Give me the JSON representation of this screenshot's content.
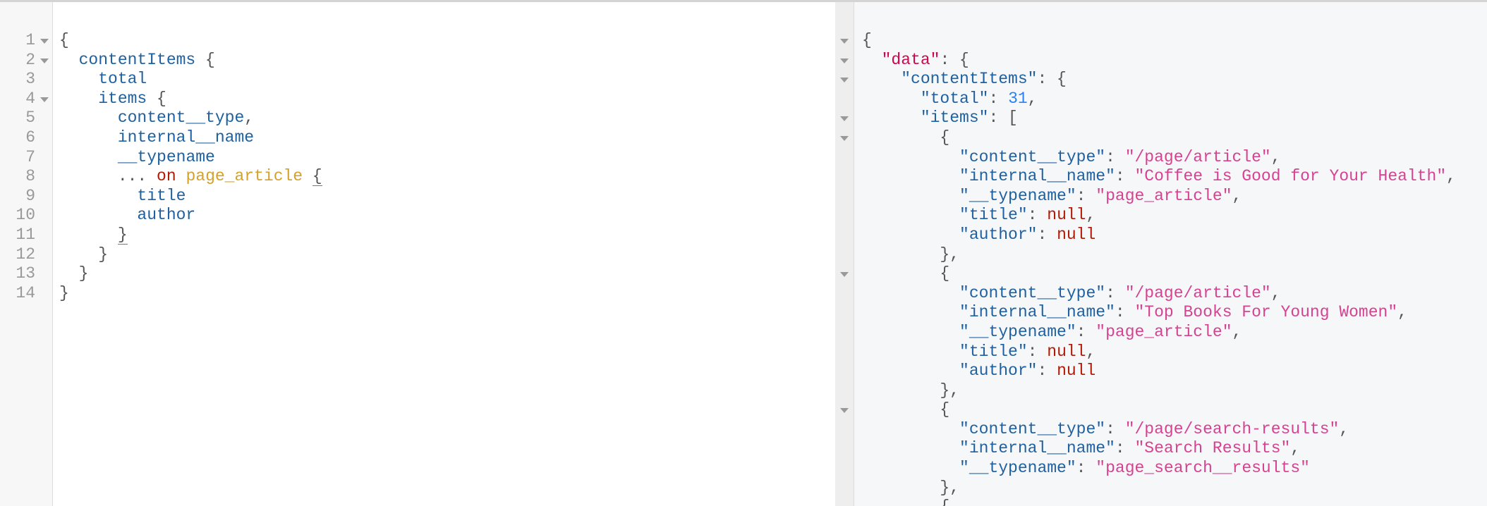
{
  "query_editor": {
    "lines": [
      {
        "num": "1",
        "fold": true,
        "indent": 0,
        "tokens": [
          {
            "t": "{",
            "c": "punct"
          }
        ]
      },
      {
        "num": "2",
        "fold": true,
        "indent": 1,
        "tokens": [
          {
            "t": "contentItems",
            "c": "field"
          },
          {
            "t": " {",
            "c": "punct"
          }
        ]
      },
      {
        "num": "3",
        "fold": false,
        "indent": 2,
        "tokens": [
          {
            "t": "total",
            "c": "field"
          }
        ]
      },
      {
        "num": "4",
        "fold": true,
        "indent": 2,
        "tokens": [
          {
            "t": "items",
            "c": "field"
          },
          {
            "t": " {",
            "c": "punct"
          }
        ]
      },
      {
        "num": "5",
        "fold": false,
        "indent": 3,
        "tokens": [
          {
            "t": "content__type",
            "c": "field"
          },
          {
            "t": ",",
            "c": "punct"
          }
        ]
      },
      {
        "num": "6",
        "fold": false,
        "indent": 3,
        "tokens": [
          {
            "t": "internal__name",
            "c": "field"
          }
        ]
      },
      {
        "num": "7",
        "fold": false,
        "indent": 3,
        "tokens": [
          {
            "t": "__typename",
            "c": "field"
          }
        ]
      },
      {
        "num": "8",
        "fold": false,
        "indent": 3,
        "tokens": [
          {
            "t": "... ",
            "c": "punct"
          },
          {
            "t": "on",
            "c": "keyword"
          },
          {
            "t": " ",
            "c": "punct"
          },
          {
            "t": "page_article",
            "c": "typedef"
          },
          {
            "t": " ",
            "c": "punct"
          },
          {
            "t": "{",
            "c": "match"
          }
        ]
      },
      {
        "num": "9",
        "fold": false,
        "indent": 4,
        "tokens": [
          {
            "t": "title",
            "c": "field"
          }
        ]
      },
      {
        "num": "10",
        "fold": false,
        "indent": 4,
        "tokens": [
          {
            "t": "author",
            "c": "field"
          }
        ]
      },
      {
        "num": "11",
        "fold": false,
        "indent": 3,
        "tokens": [
          {
            "t": "}",
            "c": "match"
          }
        ]
      },
      {
        "num": "12",
        "fold": false,
        "indent": 2,
        "tokens": [
          {
            "t": "}",
            "c": "punct"
          }
        ]
      },
      {
        "num": "13",
        "fold": false,
        "indent": 1,
        "tokens": [
          {
            "t": "}",
            "c": "punct"
          }
        ]
      },
      {
        "num": "14",
        "fold": false,
        "indent": 0,
        "tokens": [
          {
            "t": "}",
            "c": "punct"
          }
        ]
      }
    ]
  },
  "result_viewer": {
    "lines": [
      {
        "fold": true,
        "indent": 0,
        "tokens": [
          {
            "t": "{",
            "c": "punct"
          }
        ]
      },
      {
        "fold": true,
        "indent": 1,
        "tokens": [
          {
            "t": "\"data\"",
            "c": "key-root"
          },
          {
            "t": ": {",
            "c": "punct"
          }
        ]
      },
      {
        "fold": true,
        "indent": 2,
        "tokens": [
          {
            "t": "\"contentItems\"",
            "c": "key"
          },
          {
            "t": ": {",
            "c": "punct"
          }
        ]
      },
      {
        "fold": false,
        "indent": 3,
        "tokens": [
          {
            "t": "\"total\"",
            "c": "key"
          },
          {
            "t": ": ",
            "c": "punct"
          },
          {
            "t": "31",
            "c": "number"
          },
          {
            "t": ",",
            "c": "punct"
          }
        ]
      },
      {
        "fold": true,
        "indent": 3,
        "tokens": [
          {
            "t": "\"items\"",
            "c": "key"
          },
          {
            "t": ": [",
            "c": "punct"
          }
        ]
      },
      {
        "fold": true,
        "indent": 4,
        "tokens": [
          {
            "t": "{",
            "c": "punct"
          }
        ]
      },
      {
        "fold": false,
        "indent": 5,
        "tokens": [
          {
            "t": "\"content__type\"",
            "c": "key"
          },
          {
            "t": ": ",
            "c": "punct"
          },
          {
            "t": "\"/page/article\"",
            "c": "string"
          },
          {
            "t": ",",
            "c": "punct"
          }
        ]
      },
      {
        "fold": false,
        "indent": 5,
        "tokens": [
          {
            "t": "\"internal__name\"",
            "c": "key"
          },
          {
            "t": ": ",
            "c": "punct"
          },
          {
            "t": "\"Coffee is Good for Your Health\"",
            "c": "string"
          },
          {
            "t": ",",
            "c": "punct"
          }
        ]
      },
      {
        "fold": false,
        "indent": 5,
        "tokens": [
          {
            "t": "\"__typename\"",
            "c": "key"
          },
          {
            "t": ": ",
            "c": "punct"
          },
          {
            "t": "\"page_article\"",
            "c": "string"
          },
          {
            "t": ",",
            "c": "punct"
          }
        ]
      },
      {
        "fold": false,
        "indent": 5,
        "tokens": [
          {
            "t": "\"title\"",
            "c": "key"
          },
          {
            "t": ": ",
            "c": "punct"
          },
          {
            "t": "null",
            "c": "null"
          },
          {
            "t": ",",
            "c": "punct"
          }
        ]
      },
      {
        "fold": false,
        "indent": 5,
        "tokens": [
          {
            "t": "\"author\"",
            "c": "key"
          },
          {
            "t": ": ",
            "c": "punct"
          },
          {
            "t": "null",
            "c": "null"
          }
        ]
      },
      {
        "fold": false,
        "indent": 4,
        "tokens": [
          {
            "t": "},",
            "c": "punct"
          }
        ]
      },
      {
        "fold": true,
        "indent": 4,
        "tokens": [
          {
            "t": "{",
            "c": "punct"
          }
        ]
      },
      {
        "fold": false,
        "indent": 5,
        "tokens": [
          {
            "t": "\"content__type\"",
            "c": "key"
          },
          {
            "t": ": ",
            "c": "punct"
          },
          {
            "t": "\"/page/article\"",
            "c": "string"
          },
          {
            "t": ",",
            "c": "punct"
          }
        ]
      },
      {
        "fold": false,
        "indent": 5,
        "tokens": [
          {
            "t": "\"internal__name\"",
            "c": "key"
          },
          {
            "t": ": ",
            "c": "punct"
          },
          {
            "t": "\"Top Books For Young Women\"",
            "c": "string"
          },
          {
            "t": ",",
            "c": "punct"
          }
        ]
      },
      {
        "fold": false,
        "indent": 5,
        "tokens": [
          {
            "t": "\"__typename\"",
            "c": "key"
          },
          {
            "t": ": ",
            "c": "punct"
          },
          {
            "t": "\"page_article\"",
            "c": "string"
          },
          {
            "t": ",",
            "c": "punct"
          }
        ]
      },
      {
        "fold": false,
        "indent": 5,
        "tokens": [
          {
            "t": "\"title\"",
            "c": "key"
          },
          {
            "t": ": ",
            "c": "punct"
          },
          {
            "t": "null",
            "c": "null"
          },
          {
            "t": ",",
            "c": "punct"
          }
        ]
      },
      {
        "fold": false,
        "indent": 5,
        "tokens": [
          {
            "t": "\"author\"",
            "c": "key"
          },
          {
            "t": ": ",
            "c": "punct"
          },
          {
            "t": "null",
            "c": "null"
          }
        ]
      },
      {
        "fold": false,
        "indent": 4,
        "tokens": [
          {
            "t": "},",
            "c": "punct"
          }
        ]
      },
      {
        "fold": true,
        "indent": 4,
        "tokens": [
          {
            "t": "{",
            "c": "punct"
          }
        ]
      },
      {
        "fold": false,
        "indent": 5,
        "tokens": [
          {
            "t": "\"content__type\"",
            "c": "key"
          },
          {
            "t": ": ",
            "c": "punct"
          },
          {
            "t": "\"/page/search-results\"",
            "c": "string"
          },
          {
            "t": ",",
            "c": "punct"
          }
        ]
      },
      {
        "fold": false,
        "indent": 5,
        "tokens": [
          {
            "t": "\"internal__name\"",
            "c": "key"
          },
          {
            "t": ": ",
            "c": "punct"
          },
          {
            "t": "\"Search Results\"",
            "c": "string"
          },
          {
            "t": ",",
            "c": "punct"
          }
        ]
      },
      {
        "fold": false,
        "indent": 5,
        "tokens": [
          {
            "t": "\"__typename\"",
            "c": "key"
          },
          {
            "t": ": ",
            "c": "punct"
          },
          {
            "t": "\"page_search__results\"",
            "c": "string"
          }
        ]
      },
      {
        "fold": false,
        "indent": 4,
        "tokens": [
          {
            "t": "},",
            "c": "punct"
          }
        ]
      },
      {
        "fold": false,
        "indent": 4,
        "tokens": [
          {
            "t": "{",
            "c": "punct"
          }
        ]
      }
    ]
  },
  "colors": {
    "field": "#1f61a0",
    "keyword": "#b11a04",
    "typedef": "#d4a12a",
    "root_key": "#d2054e",
    "string": "#d64292",
    "null": "#b11a04",
    "number": "#2882f9",
    "result_background": "#f6f7f8"
  }
}
